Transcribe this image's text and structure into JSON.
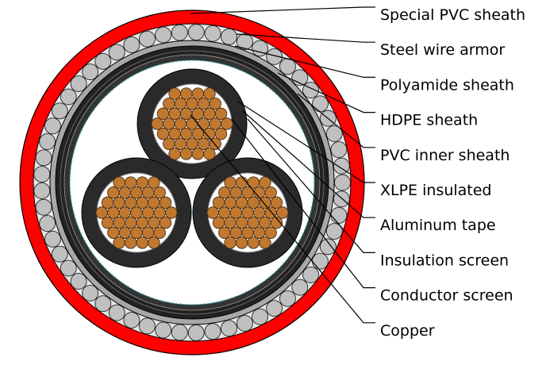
{
  "title": "Three-core armored power cable cross-section",
  "labels": [
    "Special PVC sheath",
    "Steel wire armor",
    "Polyamide sheath",
    "HDPE sheath",
    "PVC inner sheath",
    "XLPE insulated",
    "Aluminum tape",
    "Insulation screen",
    "Conductor screen",
    "Copper"
  ],
  "colors": {
    "outer_sheath": "#ff0000",
    "armor_wire": "#c0c0c0",
    "polyamide": "#a8a8a8",
    "hdpe": "#222222",
    "insulation": "#2a2a2a",
    "copper": "#c07830"
  }
}
